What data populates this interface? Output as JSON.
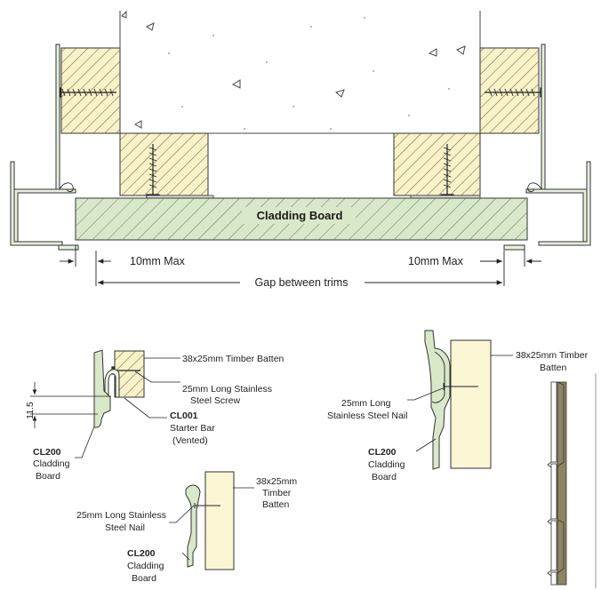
{
  "main_detail": {
    "board_label": "Cladding Board",
    "gap_left_label": "10mm Max",
    "gap_right_label": "10mm Max",
    "gap_between_label": "Gap between trims"
  },
  "starter_detail": {
    "batten_label": "38x25mm Timber Batten",
    "screw_label_1": "25mm Long Stainless",
    "screw_label_2": "Steel Screw",
    "dimension_label": "11.5",
    "starter_code": "CL001",
    "starter_name_1": "Starter Bar",
    "starter_name_2": "(Vented)",
    "board_code": "CL200",
    "board_name_1": "Cladding",
    "board_name_2": "Board"
  },
  "nail_detail_small": {
    "batten_label_1": "38x25mm",
    "batten_label_2": "Timber",
    "batten_label_3": "Batten",
    "nail_label_1": "25mm Long Stainless",
    "nail_label_2": "Steel Nail",
    "board_code": "CL200",
    "board_name_1": "Cladding",
    "board_name_2": "Board"
  },
  "nail_detail_large": {
    "batten_label_1": "38x25mm Timber",
    "batten_label_2": "Batten",
    "nail_label_1": "25mm Long",
    "nail_label_2": "Stainless Steel Nail",
    "board_code": "CL200",
    "board_name_1": "Cladding",
    "board_name_2": "Board"
  },
  "colors": {
    "concrete": "#ffffff",
    "timber_fill": "#f8f2c6",
    "board_fill": "#d9e8c9",
    "trim_fill": "#e7f0dc",
    "hatch": "#555555",
    "line": "#333333"
  }
}
